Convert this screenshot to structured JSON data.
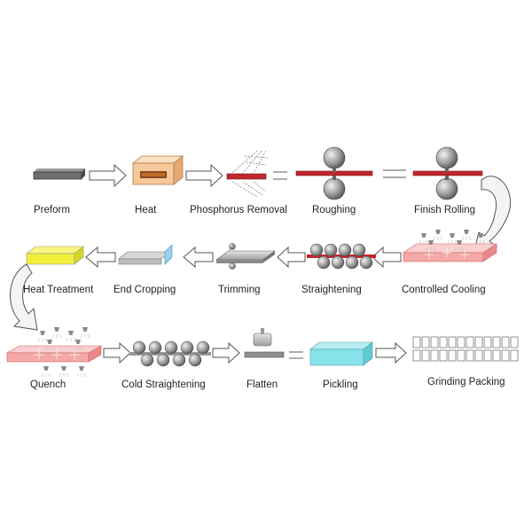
{
  "steps": {
    "preform": "Preform",
    "heat": "Heat",
    "phosphorus_removal": "Phosphorus Removal",
    "roughing": "Roughing",
    "finish_rolling": "Finish Rolling",
    "heat_treatment": "Heat Treatment",
    "end_cropping": "End Cropping",
    "trimming": "Trimming",
    "straightening": "Straightening",
    "controlled_cooling": "Controlled Cooling",
    "quench": "Quench",
    "cold_straightening": "Cold Straightening",
    "flatten": "Flatten",
    "pickling": "Pickling",
    "grinding_packing": "Grinding Packing"
  },
  "colors": {
    "steel_plate": "#c0272d",
    "cooling_plate": "#f4a9a8",
    "heat_furnace": "#f7c99a",
    "heat_treatment_block": "#f2ef3a",
    "pickling_block": "#86e3ea",
    "preform_bar": "#6d6d6d",
    "arrow_outline": "#555555"
  }
}
